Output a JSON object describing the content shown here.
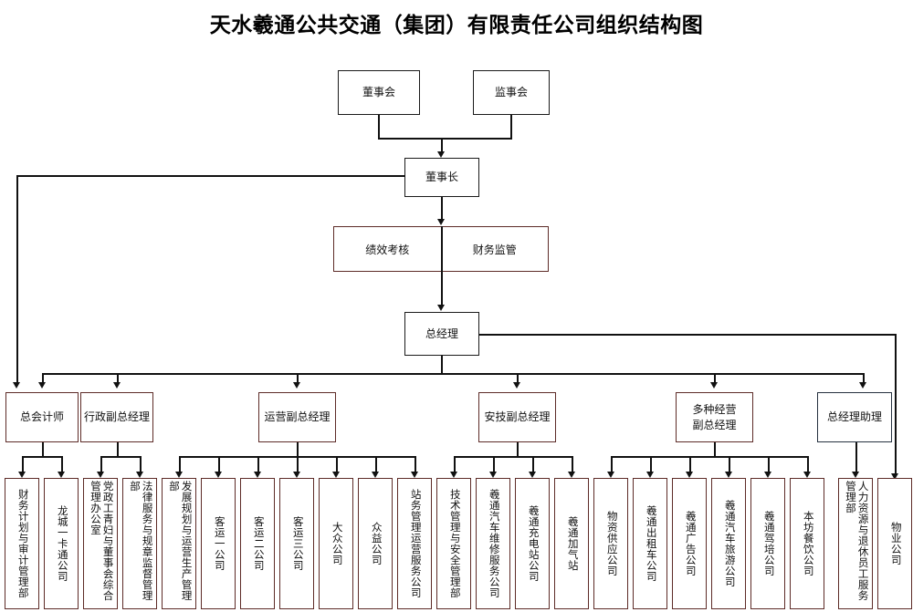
{
  "title": "天水羲通公共交通（集团）有限责任公司组织结构图",
  "colors": {
    "box_border_maroon": "#5d2b27",
    "box_border_black": "#1a1a1a",
    "box_border_navy": "#26313f",
    "connector": "#111111",
    "background": "#ffffff"
  },
  "level1": {
    "board_of_directors": "董事会",
    "board_of_supervisors": "监事会"
  },
  "level2": {
    "chairman": "董事长"
  },
  "oversight": {
    "performance_review": "绩效考核",
    "financial_supervision": "财务监管"
  },
  "level3": {
    "general_manager": "总经理"
  },
  "executives": [
    {
      "label": "总会计师",
      "key": "chief-accountant"
    },
    {
      "label": "行政副总经理",
      "key": "admin-deputy-gm"
    },
    {
      "label": "运营副总经理",
      "key": "operations-deputy-gm"
    },
    {
      "label": "安技副总经理",
      "key": "safety-tech-deputy-gm"
    },
    {
      "label": "多种经营\n副总经理",
      "line1": "多种经营",
      "line2": "副总经理",
      "key": "diversified-business-deputy-gm"
    },
    {
      "label": "总经理助理",
      "key": "gm-assistant"
    }
  ],
  "departments": [
    {
      "label": "财务计划与审计管理部",
      "parent": "总会计师"
    },
    {
      "label": "龙城一卡通公司",
      "parent": "总会计师"
    },
    {
      "label": "党政工青妇与董事会综合管理办公室",
      "parent": "行政副总经理"
    },
    {
      "label": "法律服务与规章监督管理部",
      "parent": "行政副总经理"
    },
    {
      "label": "发展规划与运营生产管理部",
      "parent": "运营副总经理"
    },
    {
      "label": "客运一公司",
      "parent": "运营副总经理"
    },
    {
      "label": "客运二公司",
      "parent": "运营副总经理"
    },
    {
      "label": "客运三公司",
      "parent": "运营副总经理"
    },
    {
      "label": "大众公司",
      "parent": "运营副总经理"
    },
    {
      "label": "众益公司",
      "parent": "运营副总经理"
    },
    {
      "label": "站务管理运营服务公司",
      "parent": "运营副总经理"
    },
    {
      "label": "技术管理与安全管理部",
      "parent": "安技副总经理"
    },
    {
      "label": "羲通汽车维修服务公司",
      "parent": "安技副总经理"
    },
    {
      "label": "羲通充电站公司",
      "parent": "安技副总经理"
    },
    {
      "label": "羲通加气站",
      "parent": "安技副总经理"
    },
    {
      "label": "物资供应公司",
      "parent": "多种经营副总经理"
    },
    {
      "label": "羲通出租车公司",
      "parent": "多种经营副总经理"
    },
    {
      "label": "羲通广告公司",
      "parent": "多种经营副总经理"
    },
    {
      "label": "羲通汽车旅游公司",
      "parent": "多种经营副总经理"
    },
    {
      "label": "羲通驾培公司",
      "parent": "多种经营副总经理"
    },
    {
      "label": "本坊餐饮公司",
      "parent": "多种经营副总经理"
    },
    {
      "label": "人力资源与退休员工服务管理部",
      "parent": "总经理助理"
    },
    {
      "label": "物业公司",
      "parent": "总经理"
    }
  ]
}
